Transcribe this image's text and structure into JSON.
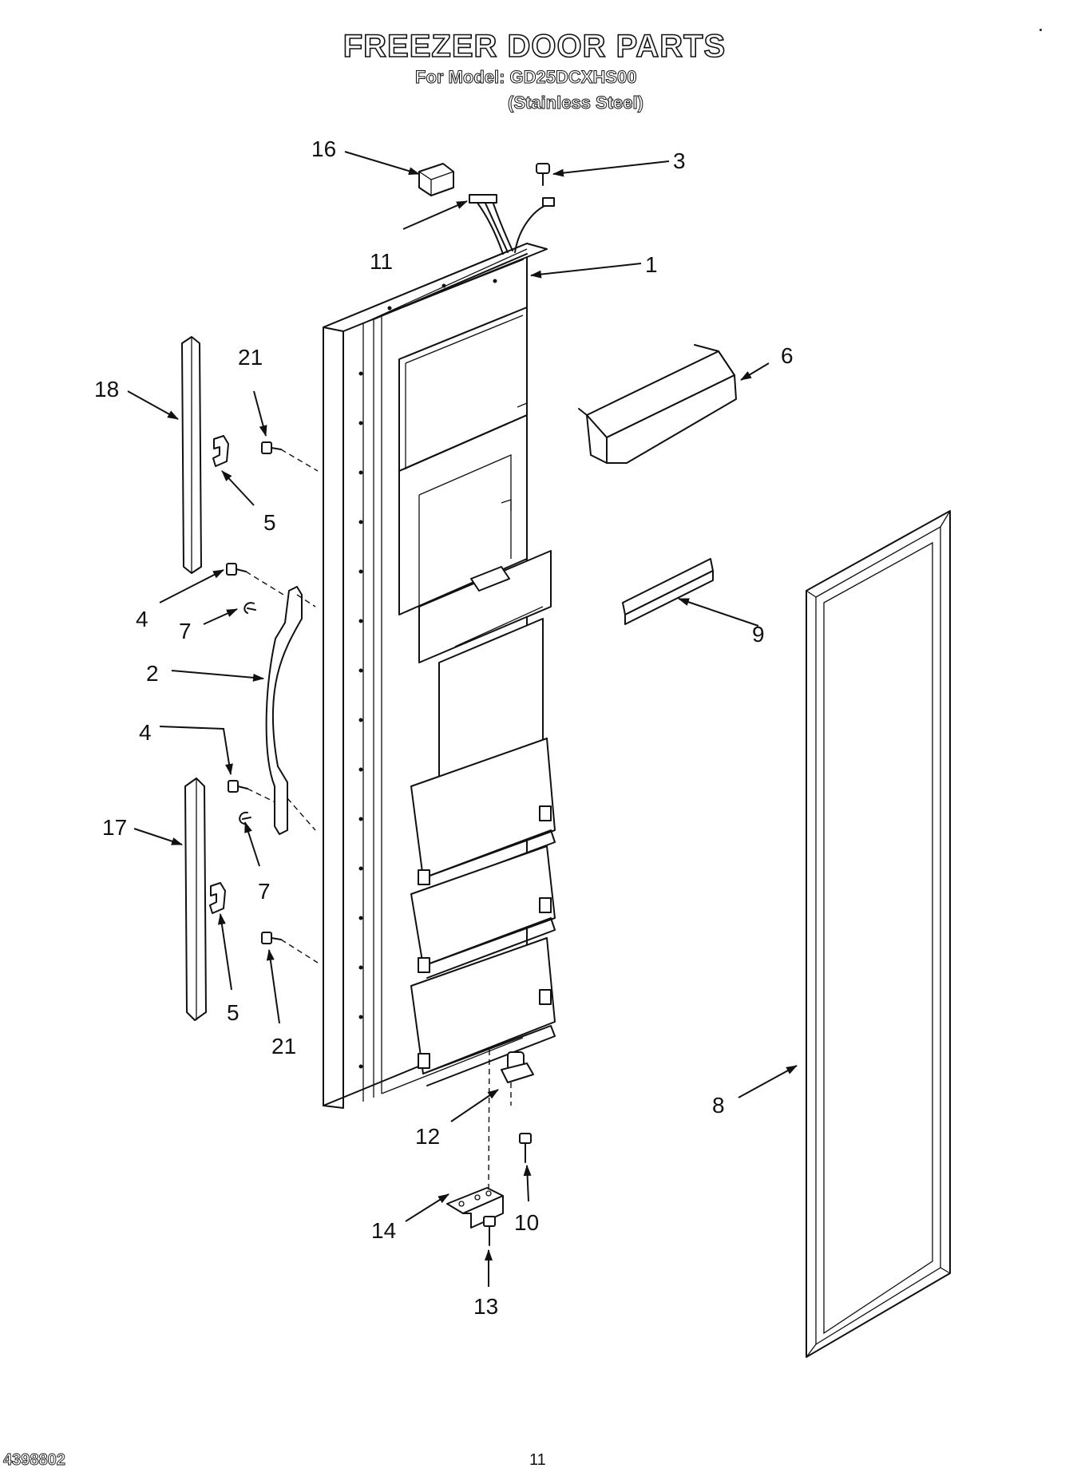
{
  "header": {
    "title": "FREEZER DOOR PARTS",
    "model_line": "For Model: GD25DCXHS00",
    "finish_line": "(Stainless Steel)"
  },
  "footer": {
    "doc_number": "4398802",
    "page_number": "11"
  },
  "callouts": [
    "16",
    "3",
    "11",
    "1",
    "21",
    "18",
    "6",
    "5",
    "9",
    "4",
    "7",
    "2",
    "4",
    "17",
    "7",
    "5",
    "21",
    "8",
    "12",
    "10",
    "14",
    "13"
  ]
}
